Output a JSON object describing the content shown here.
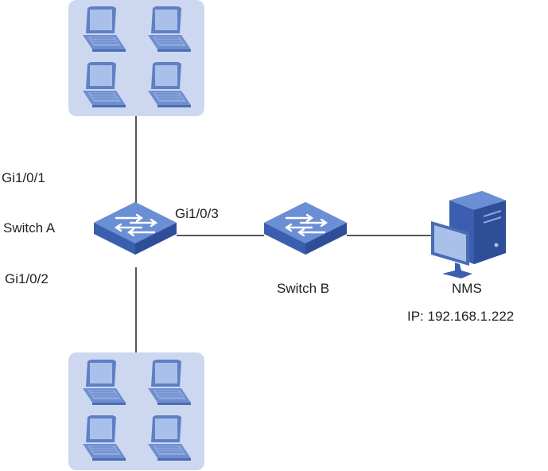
{
  "labels": {
    "port_a1": "Gi1/0/1",
    "switch_a": "Switch A",
    "port_a2": "Gi1/0/2",
    "port_a3": "Gi1/0/3",
    "switch_b": "Switch B",
    "nms": "NMS",
    "nms_ip": "IP: 192.168.1.222"
  },
  "colors": {
    "host_group_bg": "#cdd8f0",
    "laptop_fill": "#6e8fcf",
    "laptop_screen": "#a9c0ea",
    "switch_top": "#6a8fd4",
    "switch_side": "#3b5fae",
    "link": "#555555"
  },
  "icons": {
    "laptop": "laptop-icon",
    "switch": "network-switch-icon",
    "server": "nms-server-icon"
  }
}
